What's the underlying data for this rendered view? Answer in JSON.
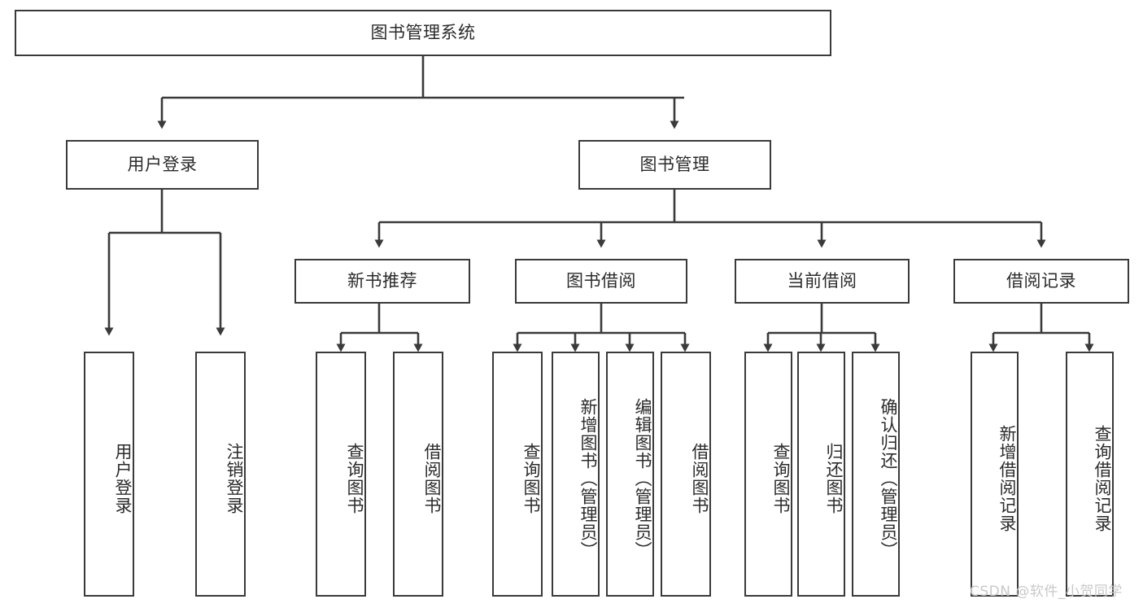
{
  "diagram": {
    "title": "图书管理系统",
    "type": "tree",
    "root": {
      "label": "图书管理系统"
    },
    "level2": [
      {
        "label": "用户登录"
      },
      {
        "label": "图书管理"
      }
    ],
    "level3": [
      {
        "label": "新书推荐"
      },
      {
        "label": "图书借阅"
      },
      {
        "label": "当前借阅"
      },
      {
        "label": "借阅记录"
      }
    ],
    "leaves": {
      "user_login": [
        {
          "label": "用户登录"
        },
        {
          "label": "注销登录"
        }
      ],
      "new_book_recommend": [
        {
          "label": "查询图书"
        },
        {
          "label": "借阅图书"
        }
      ],
      "book_borrow": [
        {
          "label": "查询图书"
        },
        {
          "label": "新增图书（管理员）"
        },
        {
          "label": "编辑图书（管理员）"
        },
        {
          "label": "借阅图书"
        }
      ],
      "current_borrow": [
        {
          "label": "查询图书"
        },
        {
          "label": "归还图书"
        },
        {
          "label": "确认归还（管理员）"
        }
      ],
      "borrow_record": [
        {
          "label": "新增借阅记录"
        },
        {
          "label": "查询借阅记录"
        }
      ]
    },
    "colors": {
      "stroke": "#3a3a3a",
      "text": "#2b2b2b",
      "background": "#ffffff",
      "watermark": "#c9c9c9"
    }
  },
  "watermark": {
    "text": "CSDN @软件_小贺同学"
  }
}
